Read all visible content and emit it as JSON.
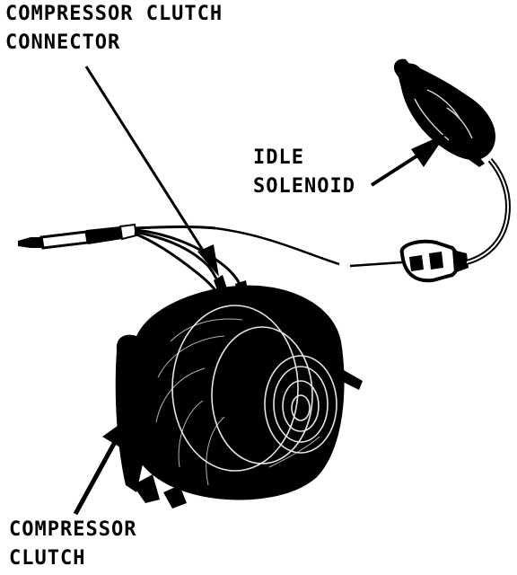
{
  "labels": {
    "clutch_connector": [
      "COMPRESSOR CLUTCH",
      "CONNECTOR"
    ],
    "idle_solenoid": [
      "IDLE",
      "SOLENOID"
    ],
    "compressor_clutch": [
      "COMPRESSOR",
      "CLUTCH"
    ]
  },
  "colors": {
    "ink": "#000000",
    "paper": "#ffffff"
  }
}
